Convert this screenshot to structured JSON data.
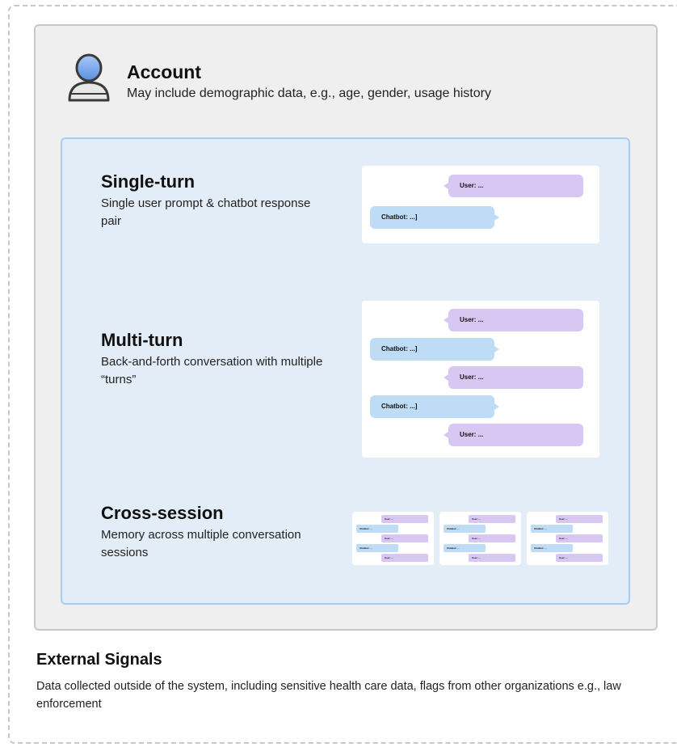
{
  "account": {
    "title": "Account",
    "description": "May include demographic data, e.g., age, gender, usage history"
  },
  "sections": {
    "single": {
      "title": "Single-turn",
      "description": "Single user prompt & chatbot response pair",
      "user": "User: ...",
      "bot": "Chatbot: ...]"
    },
    "multi": {
      "title": "Multi-turn",
      "description": "Back-and-forth conversation with multiple “turns”",
      "user": "User: ...",
      "bot": "Chatbot: ...]"
    },
    "cross": {
      "title": "Cross-session",
      "description": "Memory across multiple conversation sessions",
      "user": "User: ...",
      "bot": "Chatbot: ..."
    }
  },
  "external": {
    "title": "External Signals",
    "description": "Data collected outside of the system, including sensitive health care data, flags from other organizations e.g., law enforcement"
  },
  "colors": {
    "user_bubble": "#d9c7f3",
    "bot_bubble": "#bfdcf6",
    "conversation_fill": "#e3edf8",
    "conversation_border": "#a6cdf4",
    "account_fill": "#efefef"
  },
  "icons": {
    "account": "person-icon"
  }
}
